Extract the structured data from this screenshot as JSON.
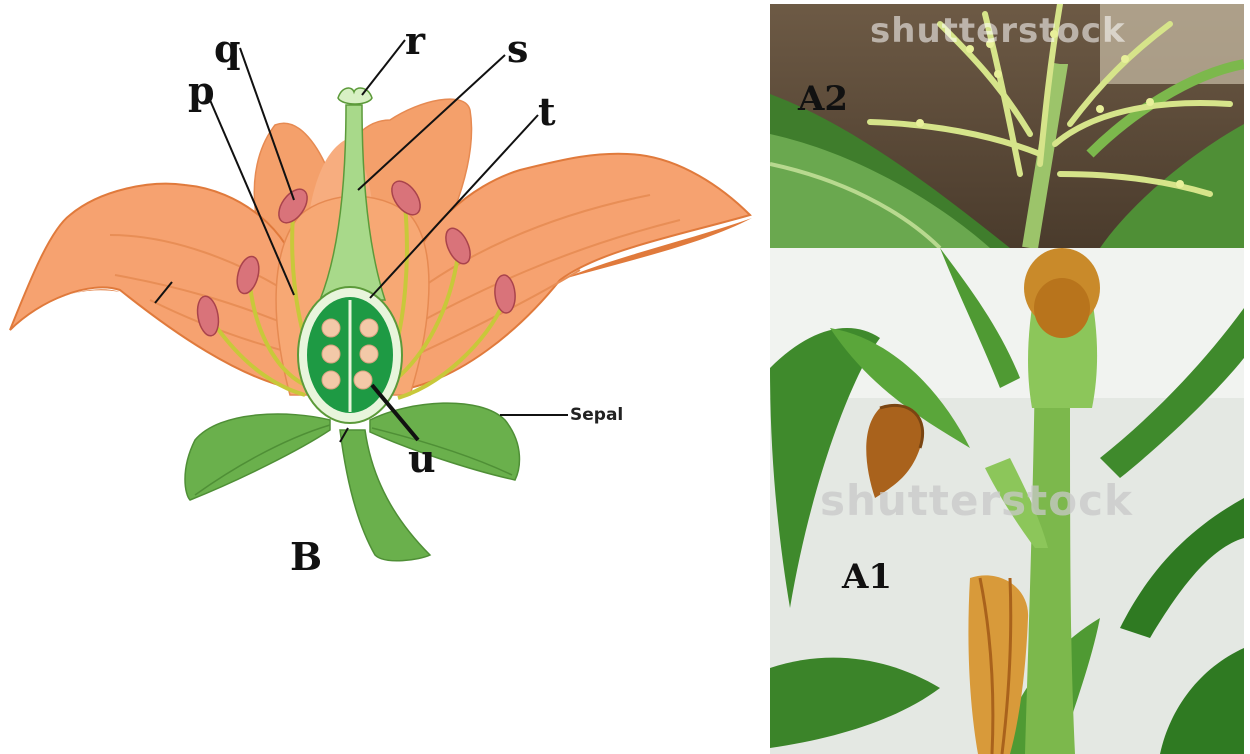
{
  "flower": {
    "labels": {
      "p": "p",
      "q": "q",
      "r": "r",
      "s": "s",
      "t": "t",
      "u": "u",
      "sepal": "Sepal",
      "panel": "B"
    },
    "colors": {
      "petal": "#f6a270",
      "petal_dark": "#e07a3c",
      "ovary": "#1e9a44",
      "ovule": "#f3c9a8",
      "anther": "#d9737a",
      "sepal": "#6ab04c"
    }
  },
  "photos": {
    "top": {
      "label": "A2",
      "watermark": "shutterstock"
    },
    "bottom": {
      "label": "A1",
      "watermark": "shutterstock"
    }
  }
}
